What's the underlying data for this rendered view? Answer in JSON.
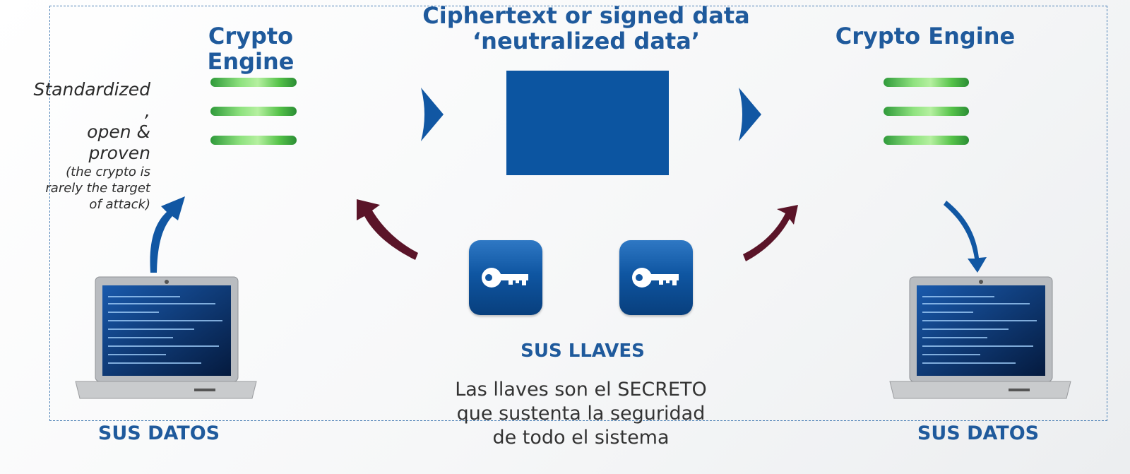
{
  "left_engine": {
    "title": "Crypto Engine"
  },
  "right_engine": {
    "title": "Crypto Engine"
  },
  "cipher": {
    "title_line1": "Ciphertext or signed data",
    "title_line2": "‘neutralized data’"
  },
  "side_note": {
    "line1": "Standardized",
    "line2": ",",
    "line3": "open &",
    "line4": "proven",
    "small1": "(the crypto is",
    "small2": "rarely the target",
    "small3": "of attack)"
  },
  "keys": {
    "label": "SUS LLAVES",
    "desc1": "Las llaves son el SECRETO",
    "desc2": "que sustenta la seguridad",
    "desc3": "de todo el sistema"
  },
  "left_data": {
    "label": "SUS DATOS"
  },
  "right_data": {
    "label": "SUS DATOS"
  },
  "colors": {
    "accent_blue": "#1f5a9c",
    "cipher_blue": "#0c55a1",
    "arrow_dark_red": "#5a1428",
    "engine_green": "#4dbb46"
  }
}
